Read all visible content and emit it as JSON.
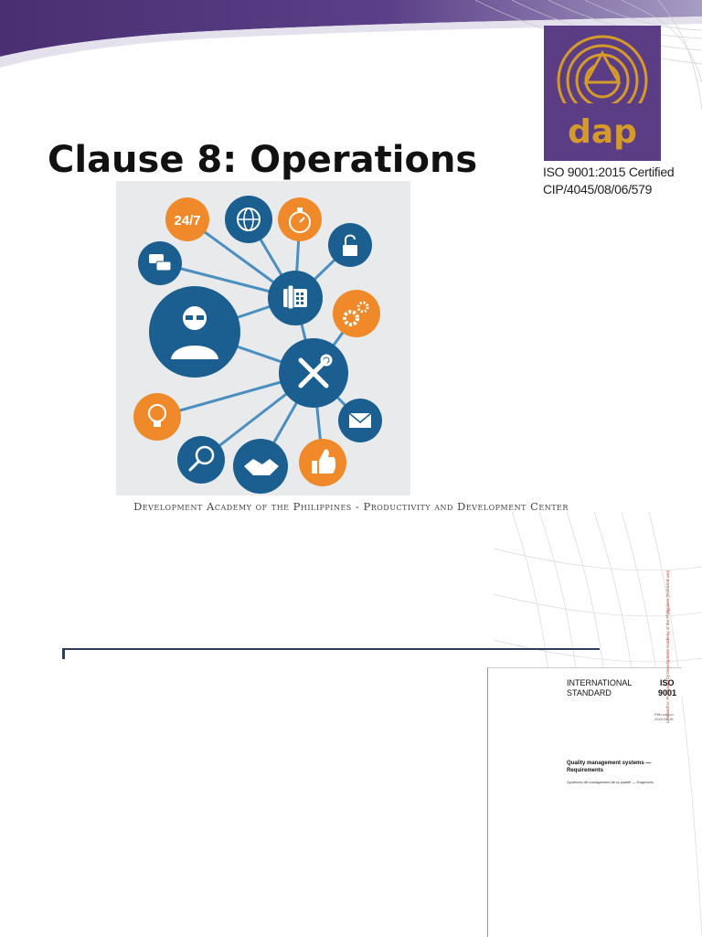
{
  "slide": {
    "title": "Clause 8: Operations",
    "academy_caption": "Development Academy of the Philippines - Productivity and Development Center"
  },
  "logo": {
    "wordmark": "dap",
    "certification": "ISO 9001:2015 Certified",
    "certificate_number": "CIP/4045/08/06/579",
    "brand_color": "#5a3d85",
    "emblem_color": "#d49a2a"
  },
  "infographic": {
    "badge_247": "24/7",
    "colors": {
      "blue": "#1a5f8f",
      "orange": "#f0892a",
      "line": "#4a8fc0"
    },
    "icons": [
      "24-7-icon",
      "globe-icon",
      "stopwatch-icon",
      "padlock-icon",
      "chat-icon",
      "telephone-icon",
      "gears-icon",
      "support-agent-icon",
      "tools-icon",
      "lightbulb-icon",
      "envelope-icon",
      "magnifier-icon",
      "handshake-icon",
      "thumbs-up-icon"
    ]
  },
  "iso_document": {
    "header_left": "INTERNATIONAL\nSTANDARD",
    "header_right_1": "ISO",
    "header_right_2": "9001",
    "edition": "Fifth edition\n2015-09-15",
    "title": "Quality management systems —\nRequirements",
    "subtitle": "Systèmes de management de la qualité — Exigences",
    "side_note": "Licensed to: Purchased by Development Academy of the Philippines (restricted use)"
  }
}
